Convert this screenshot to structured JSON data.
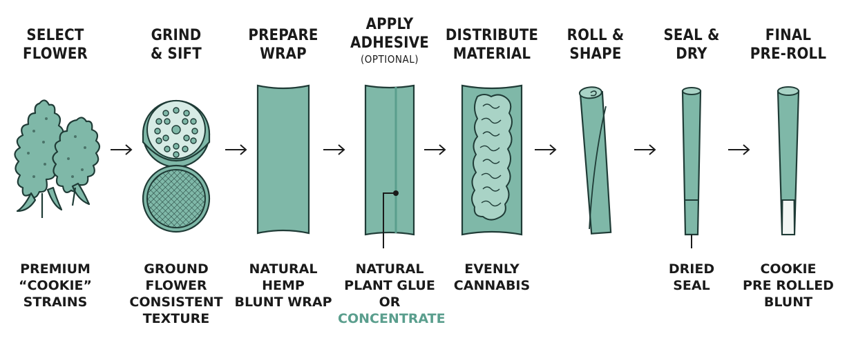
{
  "steps": [
    {
      "title": [
        "SELECT",
        "FLOWER"
      ],
      "caption": [
        "PREMIUM",
        "“COOKIE”",
        "STRAINS"
      ]
    },
    {
      "title": [
        "GRIND",
        "& SIFT"
      ],
      "caption": [
        "GROUND",
        "FLOWER",
        "CONSISTENT",
        "TEXTURE"
      ]
    },
    {
      "title": [
        "PREPARE",
        "WRAP"
      ],
      "caption": [
        "NATURAL",
        "HEMP",
        "BLUNT WRAP"
      ]
    },
    {
      "title": [
        "APPLY",
        "ADHESIVE"
      ],
      "subtitle": "(OPTIONAL)",
      "caption": [
        "NATURAL",
        "PLANT GLUE",
        "OR"
      ],
      "caption_accent": "CONCENTRATE"
    },
    {
      "title": [
        "DISTRIBUTE",
        "MATERIAL"
      ],
      "caption": [
        "EVENLY",
        "CANNABIS"
      ]
    },
    {
      "title": [
        "ROLL &",
        "SHAPE"
      ],
      "caption": []
    },
    {
      "title": [
        "SEAL &",
        "DRY"
      ],
      "caption": [
        "DRIED",
        "SEAL"
      ]
    },
    {
      "title": [
        "FINAL",
        "PRE-ROLL"
      ],
      "caption": [
        "COOKIE",
        "PRE ROLLED",
        "BLUNT"
      ]
    }
  ],
  "colors": {
    "accent": "#7fb8a8",
    "accent_dark": "#5a9e8d",
    "outline": "#1f3b36",
    "text": "#1a1a1a",
    "background": "#ffffff"
  },
  "icons": [
    "cannabis-bud-icon",
    "grinder-icon",
    "blunt-wrap-icon",
    "adhesive-wrap-icon",
    "filled-wrap-icon",
    "rolled-blunt-icon",
    "sealed-blunt-icon",
    "final-pre-roll-icon",
    "right-arrow-icon"
  ]
}
